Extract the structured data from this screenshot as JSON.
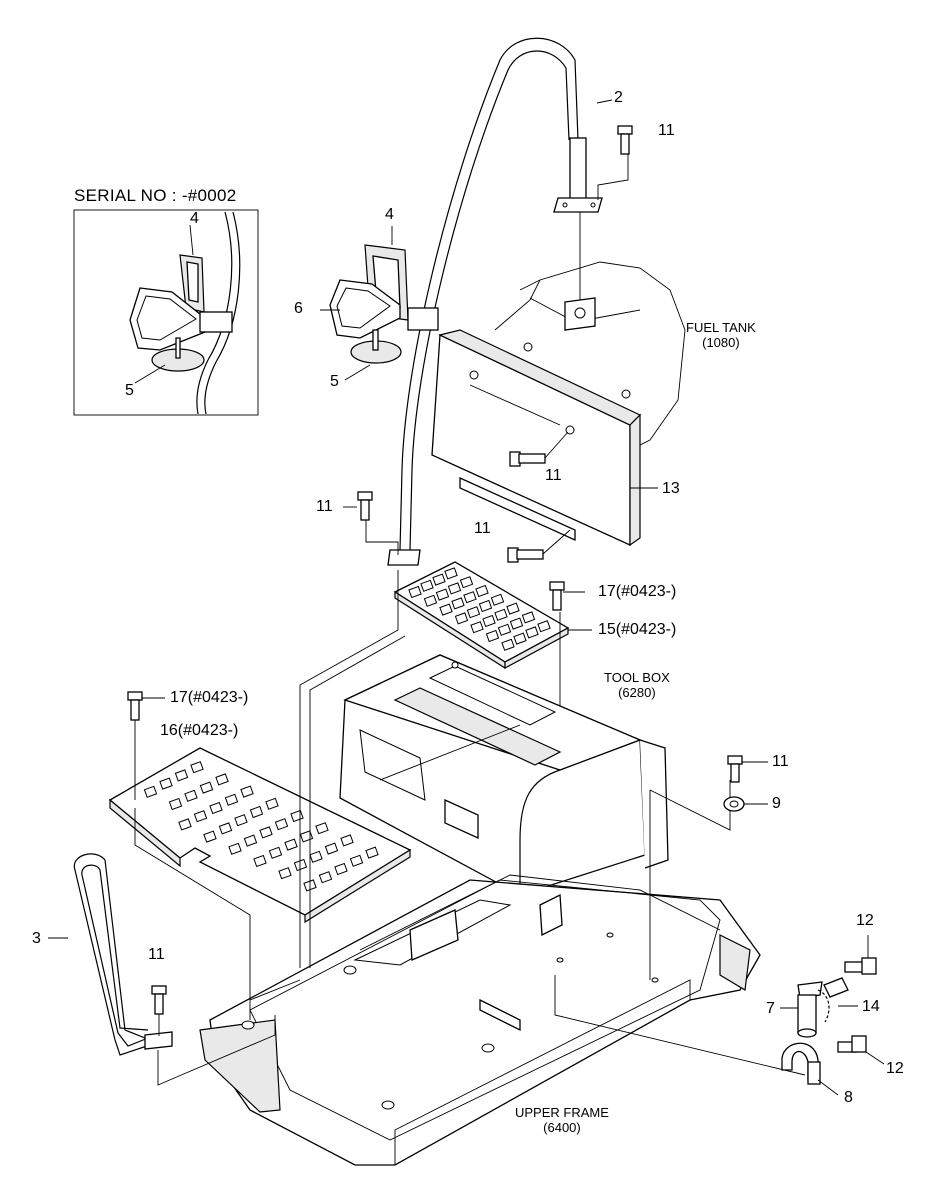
{
  "inset": {
    "title": "SERIAL NO : -#0002",
    "labels": {
      "mirror": "4",
      "mount": "5"
    }
  },
  "labels": {
    "p2": "2",
    "p11_top": "11",
    "p4": "4",
    "p6": "6",
    "p5": "5",
    "p11_box": "11",
    "p13": "13",
    "p11_left": "11",
    "p11_bolt": "11",
    "p17_right": "17(#0423-)",
    "p15": "15(#0423-)",
    "p17_left": "17(#0423-)",
    "p16": "16(#0423-)",
    "p11_right": "11",
    "p9": "9",
    "p3": "3",
    "p11_rail": "11",
    "p12_top": "12",
    "p7": "7",
    "p14": "14",
    "p12_bot": "12",
    "p8": "8"
  },
  "refs": {
    "fuel_tank": {
      "name": "FUEL TANK",
      "code": "(1080)"
    },
    "tool_box": {
      "name": "TOOL BOX",
      "code": "(6280)"
    },
    "upper_frame": {
      "name": "UPPER FRAME",
      "code": "(6400)"
    }
  }
}
